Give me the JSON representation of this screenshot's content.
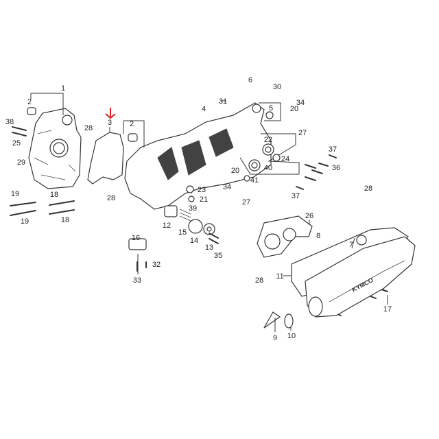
{
  "diagram": {
    "type": "exploded-parts-diagram",
    "highlight_color": "#e02020",
    "highlighted_part": "3",
    "logo_text": "KYMCO",
    "callouts": [
      "1",
      "2",
      "38",
      "25",
      "29",
      "28",
      "3",
      "28",
      "2",
      "4",
      "6",
      "30",
      "31",
      "5",
      "34",
      "20",
      "27",
      "22",
      "24",
      "40",
      "41",
      "20",
      "34",
      "27",
      "37",
      "36",
      "37",
      "28",
      "23",
      "21",
      "39",
      "12",
      "15",
      "14",
      "13",
      "35",
      "19",
      "19",
      "18",
      "18",
      "16",
      "32",
      "33",
      "26",
      "8",
      "7",
      "11",
      "28",
      "17",
      "9",
      "10"
    ]
  }
}
